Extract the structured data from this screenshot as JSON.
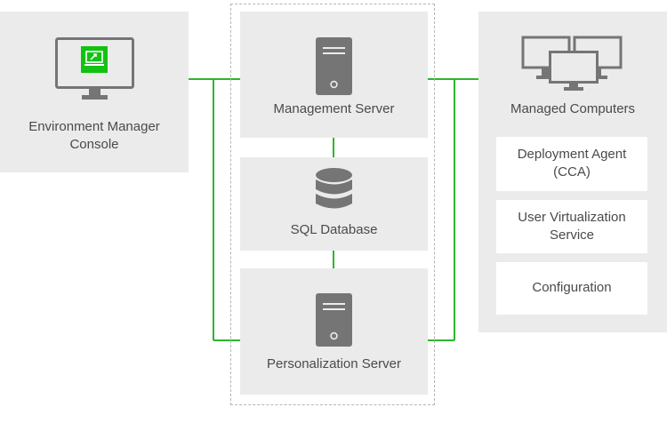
{
  "nodes": {
    "console": {
      "label": "Environment Manager Console",
      "icon": "monitor-icon"
    },
    "management_server": {
      "label": "Management Server",
      "icon": "server-icon"
    },
    "sql_database": {
      "label": "SQL Database",
      "icon": "database-icon"
    },
    "personalization_server": {
      "label": "Personalization Server",
      "icon": "server-icon"
    },
    "managed_computers": {
      "label": "Managed Computers",
      "icon": "computers-icon",
      "components": [
        {
          "label": "Deployment Agent (CCA)"
        },
        {
          "label": "User Virtualization Service"
        },
        {
          "label": "Configuration"
        }
      ]
    }
  },
  "colors": {
    "panel": "#ebebeb",
    "connector": "#2db52d",
    "icon": "#757575",
    "accent": "#12c212",
    "dashed_border": "#b5b5b5"
  }
}
